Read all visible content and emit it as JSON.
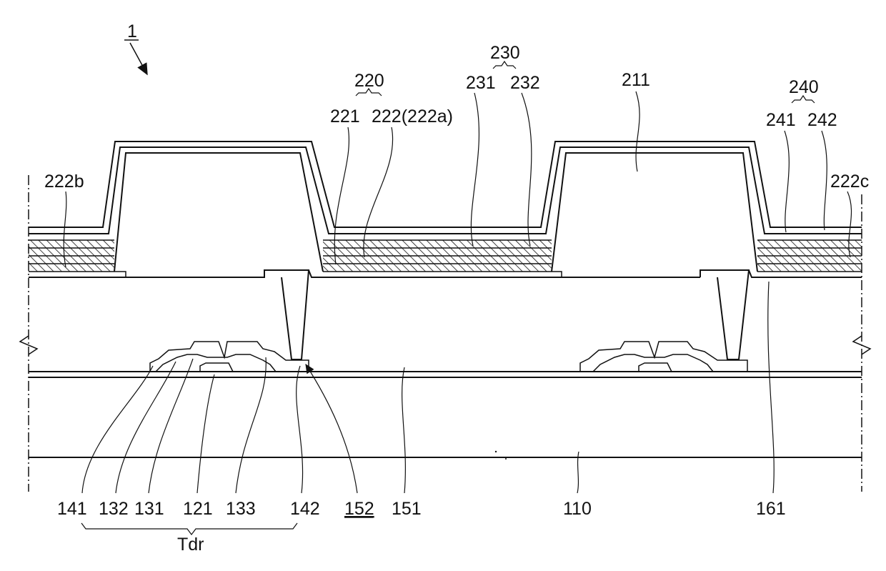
{
  "figure": {
    "ref_1": "1",
    "labels": {
      "l220": "220",
      "l221": "221",
      "l222": "222(222a)",
      "l230": "230",
      "l231": "231",
      "l232": "232",
      "l211": "211",
      "l240": "240",
      "l241": "241",
      "l242": "242",
      "l222b": "222b",
      "l222c": "222c",
      "l141": "141",
      "l132": "132",
      "l131": "131",
      "l121": "121",
      "l133": "133",
      "l142": "142",
      "l152": "152",
      "l151": "151",
      "l110": "110",
      "l161": "161",
      "tdr": "Tdr"
    }
  }
}
